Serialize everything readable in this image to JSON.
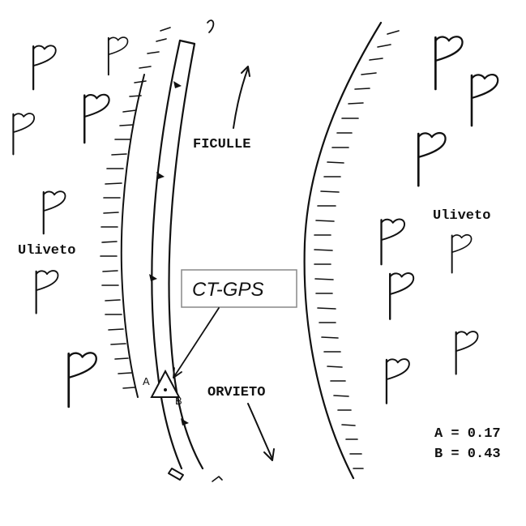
{
  "map": {
    "place_north": "FICULLE",
    "place_south": "ORVIETO",
    "area_left": "Uliveto",
    "area_right": "Uliveto",
    "station_label": "CT-GPS",
    "station_point_a": "A",
    "station_point_b": "B",
    "legend": {
      "line_a": "A = 0.17",
      "line_b": "B = 0.43"
    },
    "icons": {
      "north_arrow": "arrow-up-icon",
      "south_arrow": "arrow-down-icon",
      "station": "triangle-marker-icon",
      "olive_tree": "flag-tree-icon"
    }
  }
}
